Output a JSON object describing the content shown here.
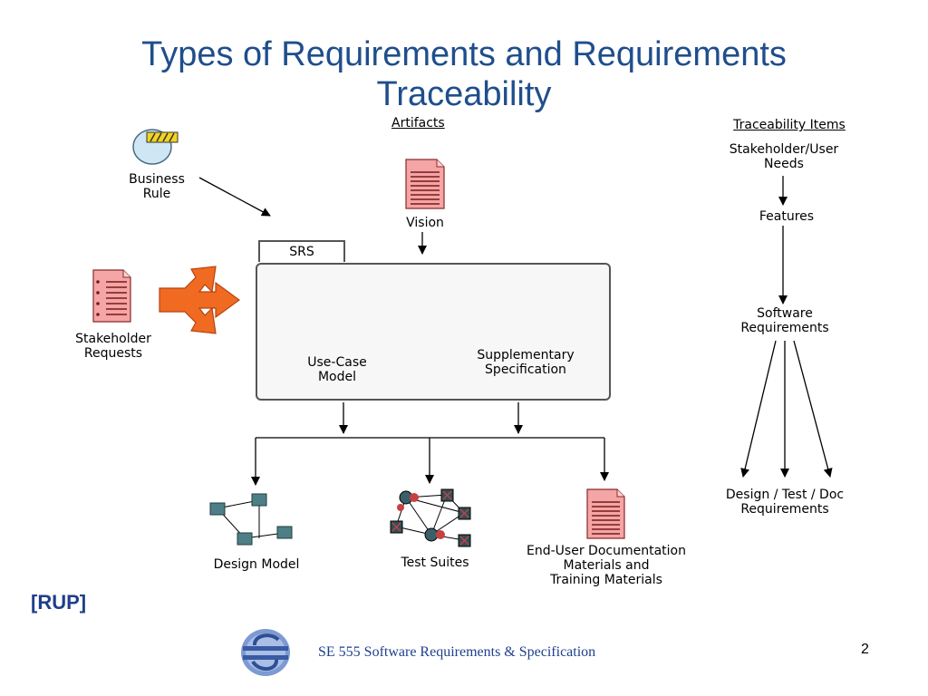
{
  "slide": {
    "title_line1": "Types of Requirements and Requirements",
    "title_line2": "Traceability",
    "rup_tag": "[RUP]",
    "footer": "SE 555 Software Requirements & Specification",
    "page_number": "2"
  },
  "diagram": {
    "artifacts_heading": "Artifacts",
    "business_rule_line1": "Business",
    "business_rule_line2": "Rule",
    "vision": "Vision",
    "srs": "SRS",
    "stakeholder_requests_line1": "Stakeholder",
    "stakeholder_requests_line2": "Requests",
    "use_case_line1": "Use-Case",
    "use_case_line2": "Model",
    "supplementary_line1": "Supplementary",
    "supplementary_line2": "Specification",
    "design_model": "Design Model",
    "test_suites": "Test Suites",
    "enduser_line1": "End-User Documentation",
    "enduser_line2": "Materials and",
    "enduser_line3": "Training Materials"
  },
  "traceability": {
    "heading": "Traceability Items",
    "stakeholder_needs_line1": "Stakeholder/User",
    "stakeholder_needs_line2": "Needs",
    "features": "Features",
    "software_req_line1": "Software",
    "software_req_line2": "Requirements",
    "design_test_doc_line1": "Design / Test / Doc",
    "design_test_doc_line2": "Requirements"
  }
}
